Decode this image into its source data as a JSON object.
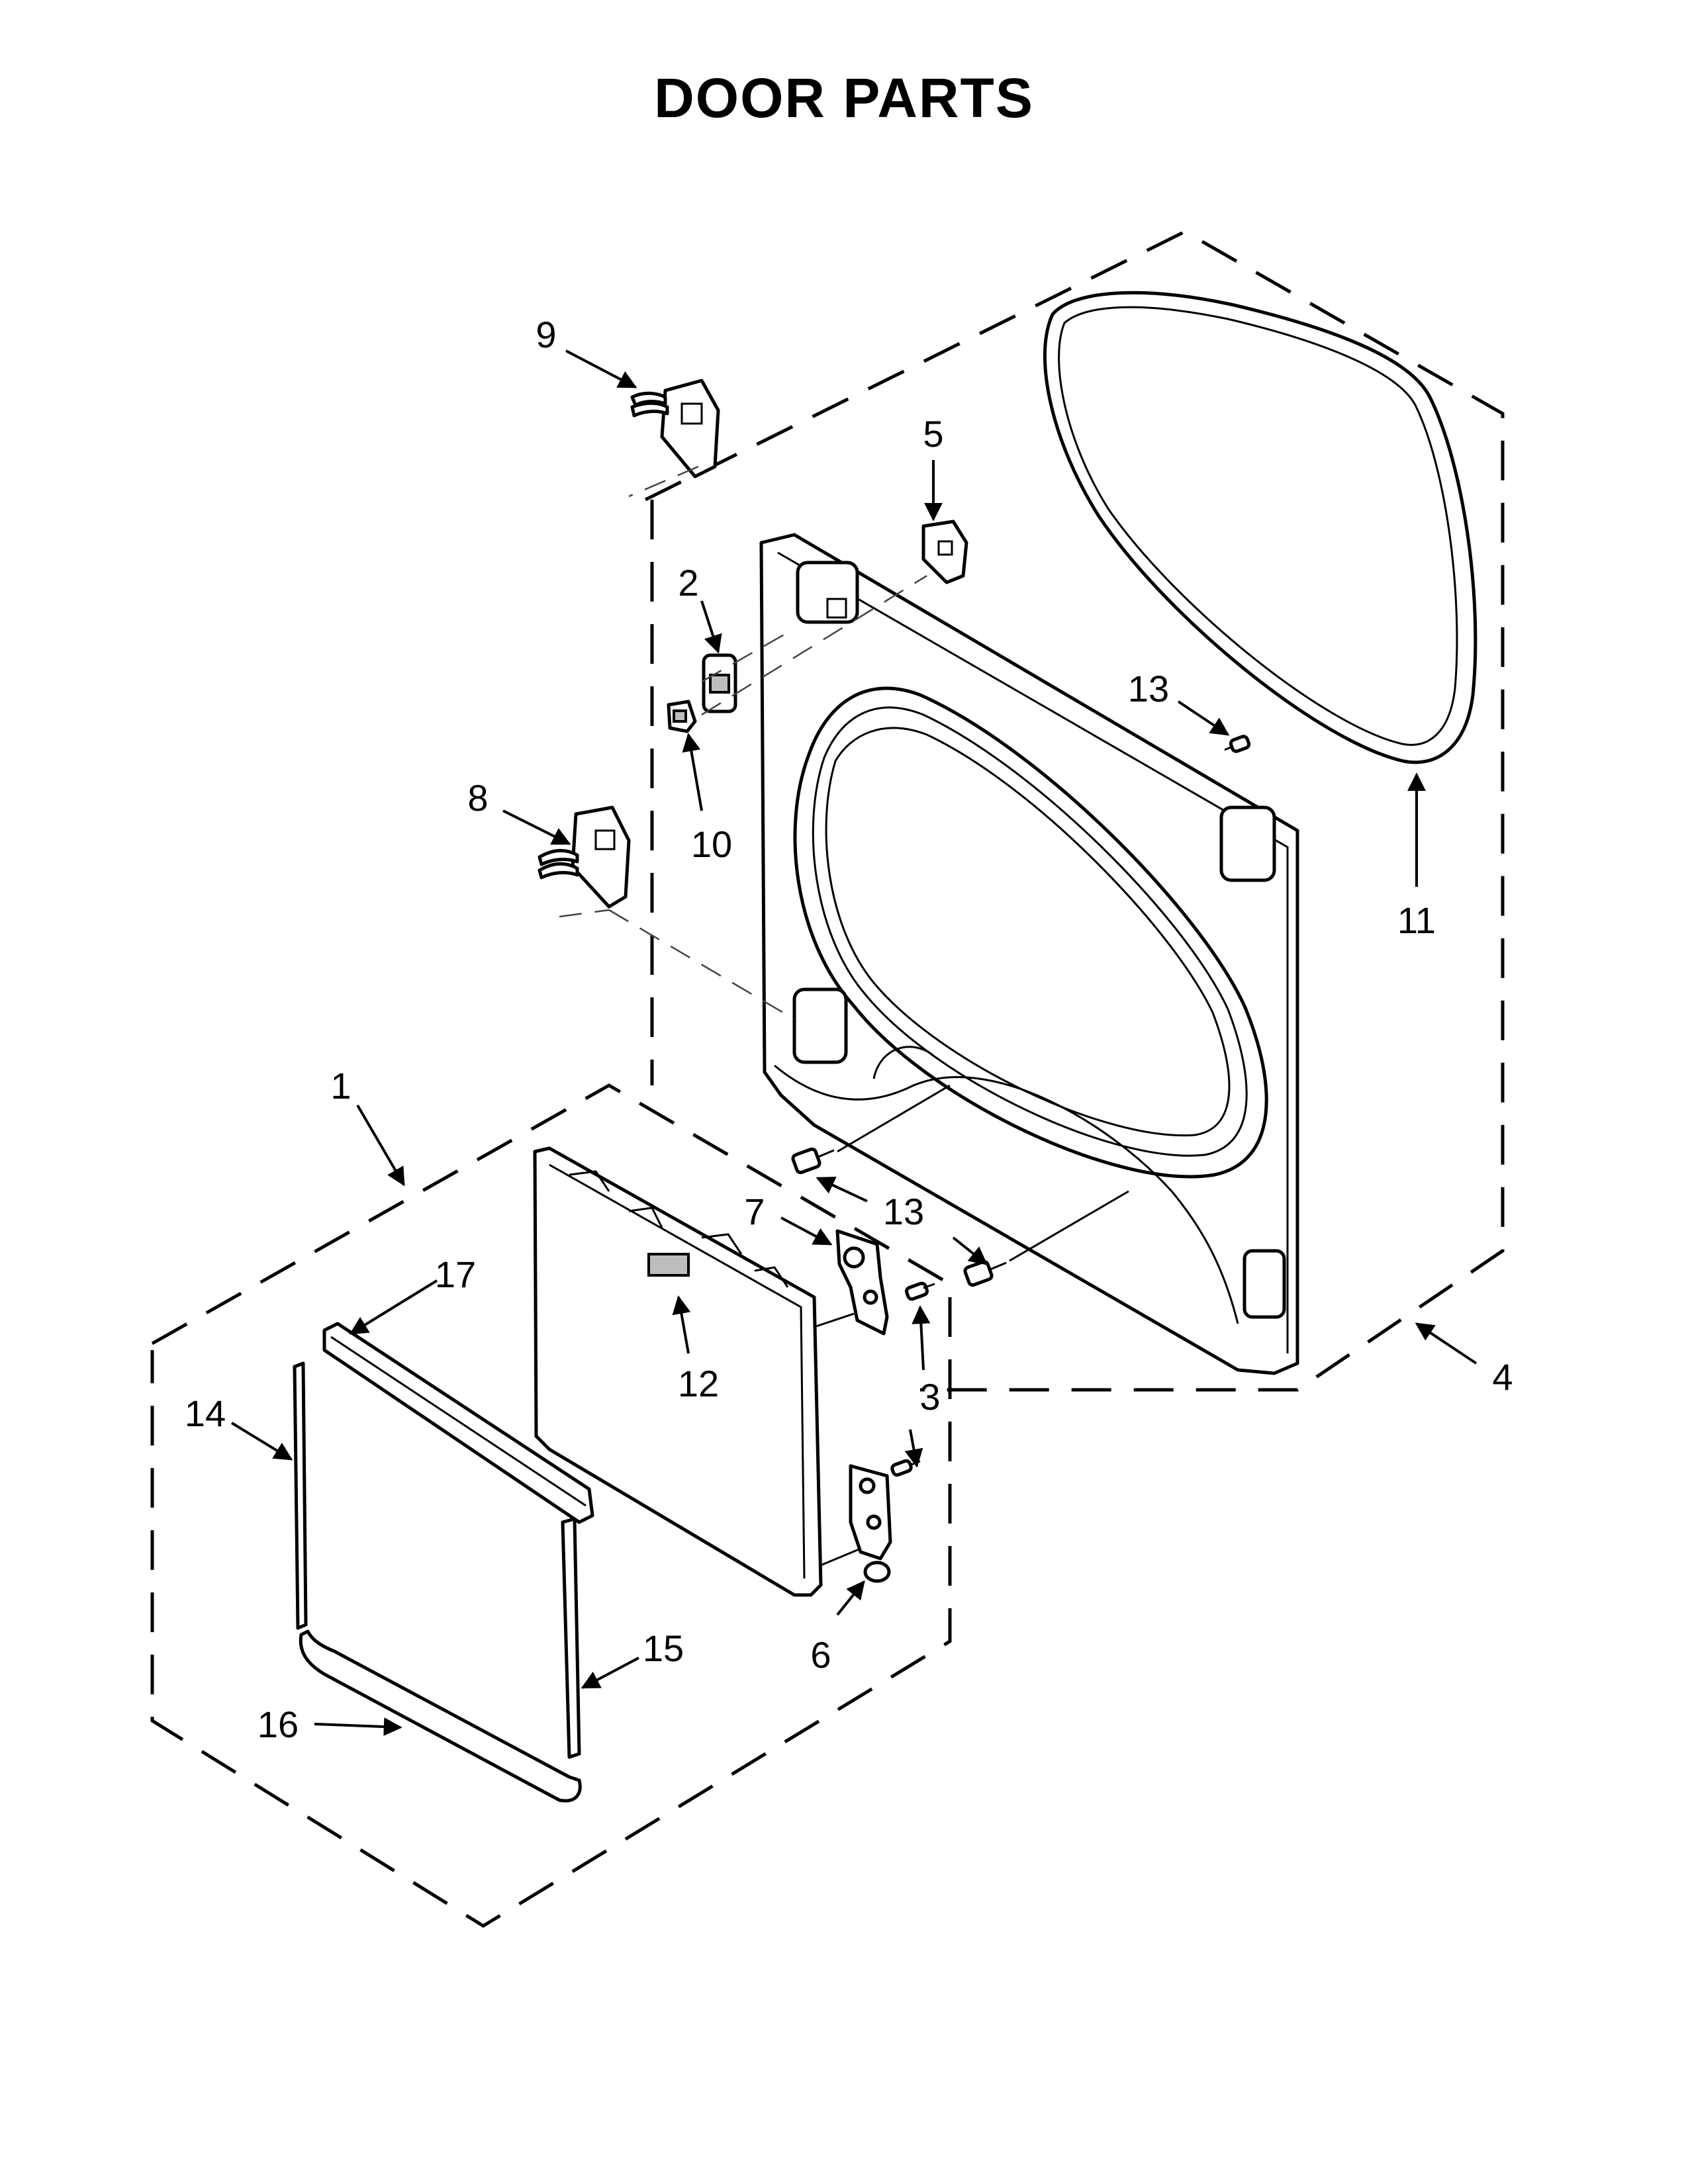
{
  "title": "DOOR PARTS",
  "callouts": [
    {
      "id": "c1",
      "text": "1"
    },
    {
      "id": "c2",
      "text": "2"
    },
    {
      "id": "c3",
      "text": "3"
    },
    {
      "id": "c4",
      "text": "4"
    },
    {
      "id": "c5",
      "text": "5"
    },
    {
      "id": "c6",
      "text": "6"
    },
    {
      "id": "c7",
      "text": "7"
    },
    {
      "id": "c8",
      "text": "8"
    },
    {
      "id": "c9",
      "text": "9"
    },
    {
      "id": "c10",
      "text": "10"
    },
    {
      "id": "c11",
      "text": "11"
    },
    {
      "id": "c12",
      "text": "12"
    },
    {
      "id": "c13a",
      "text": "13"
    },
    {
      "id": "c13b",
      "text": "13"
    },
    {
      "id": "c14",
      "text": "14"
    },
    {
      "id": "c15",
      "text": "15"
    },
    {
      "id": "c16",
      "text": "16"
    },
    {
      "id": "c17",
      "text": "17"
    }
  ]
}
